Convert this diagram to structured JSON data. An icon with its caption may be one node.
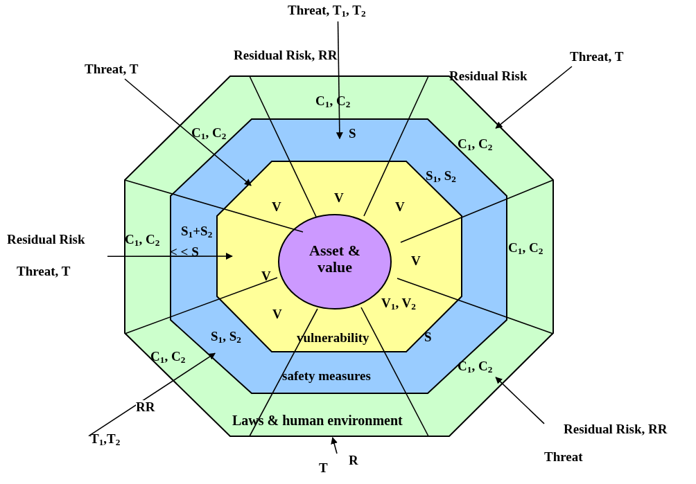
{
  "diagram": {
    "nodes": [
      {
        "text": [
          "Laws & human environment"
        ]
      },
      {
        "text": [
          "safety measures"
        ],
        "in": 0
      },
      {
        "text": [
          "vulnerability"
        ],
        "in": 1
      },
      {
        "text": [
          "Asset & value"
        ],
        "in": 2
      },
      {
        "text": [
          "Threat, T$_{1}$, T$_{2}$"
        ]
      },
      {
        "text": [
          "Threat, T"
        ]
      },
      {
        "text": [
          "Threat, T"
        ]
      },
      {
        "text": [
          "Residual Risk",
          "Threat, T"
        ]
      },
      {
        "text": [
          "T$_{1}$,T$_{2}$"
        ]
      },
      {
        "text": [
          "Residual Risk, RR",
          "Threat"
        ]
      },
      {
        "text": [
          "T",
          "R"
        ]
      }
    ],
    "edges": [
      {
        "from": 4,
        "to": 1,
        "arrow": "to"
      },
      {
        "from": 5,
        "to": 2,
        "arrow": "to"
      },
      {
        "from": 6,
        "to": 0,
        "arrow": "to"
      },
      {
        "from": 7,
        "to": 2,
        "arrow": "to"
      },
      {
        "from": 8,
        "to": 1,
        "arrow": "to",
        "label": "RR"
      },
      {
        "from": 9,
        "to": 0,
        "arrow": "to"
      },
      {
        "from": 10,
        "to": 0,
        "arrow": "to"
      }
    ],
    "labels": [
      "Residual Risk, RR",
      "Residual Risk",
      "C$_{1}$, C$_{2}$",
      "S",
      "C$_{1}$, C$_{2}$",
      "C$_{1}$, C$_{2}$",
      "S$_{1}$, S$_{2}$",
      "V",
      "V",
      "V",
      "S$_{1}$+S$_{2}$",
      "C$_{1}$, C$_{2}$",
      "< < S",
      "C$_{1}$, C$_{2}$",
      "V",
      "V",
      "V",
      "V$_{1}$, V$_{2}$",
      "S$_{1}$, S$_{2}$",
      "S",
      "C$_{1}$, C$_{2}$",
      "C$_{1}$, C$_{2}$"
    ]
  }
}
